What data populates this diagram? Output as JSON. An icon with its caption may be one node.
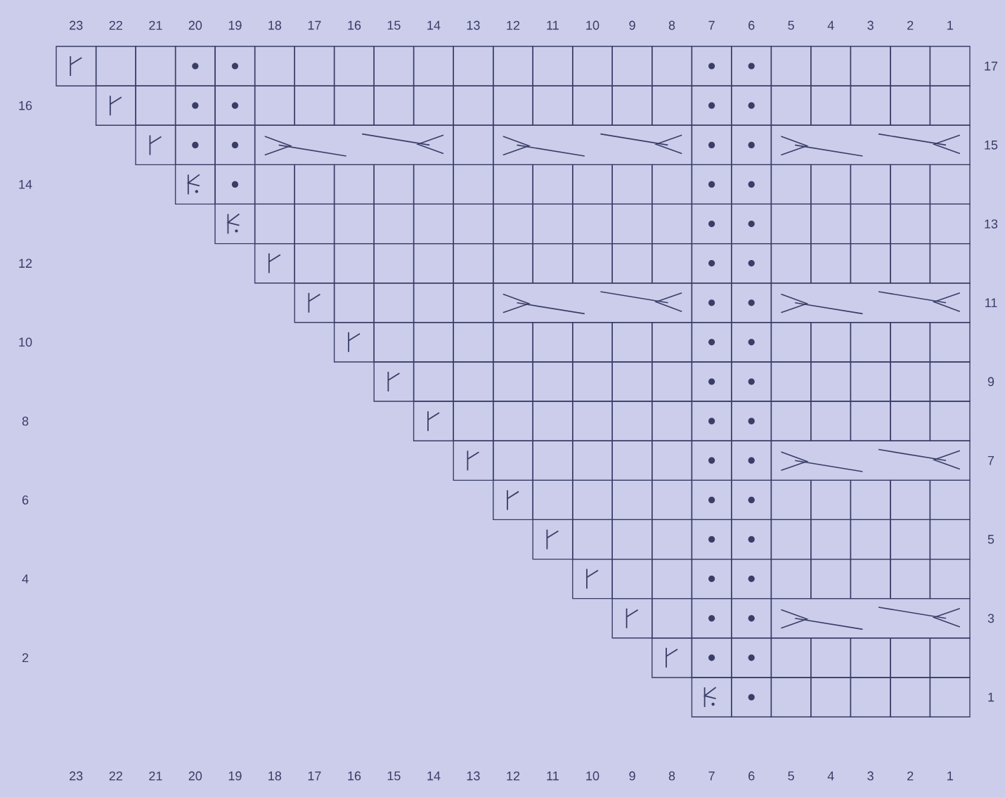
{
  "diagram": {
    "labels": [
      "23",
      "22",
      "21",
      "20",
      "19",
      "18",
      "17",
      "16",
      "15",
      "14",
      "13",
      "12",
      "11",
      "10",
      "9",
      "8",
      "7",
      "6",
      "5",
      "4",
      "3",
      "2",
      "1",
      "17",
      "16",
      "15",
      "14",
      "13",
      "12",
      "11",
      "10",
      "9",
      "8",
      "7",
      "6",
      "5",
      "4",
      "3",
      "2",
      "1",
      "23",
      "22",
      "21",
      "20",
      "19",
      "18",
      "17",
      "16",
      "15",
      "14",
      "13",
      "12",
      "11",
      "10",
      "9",
      "8",
      "7",
      "6",
      "5",
      "4",
      "3",
      "2",
      "1"
    ]
  }
}
